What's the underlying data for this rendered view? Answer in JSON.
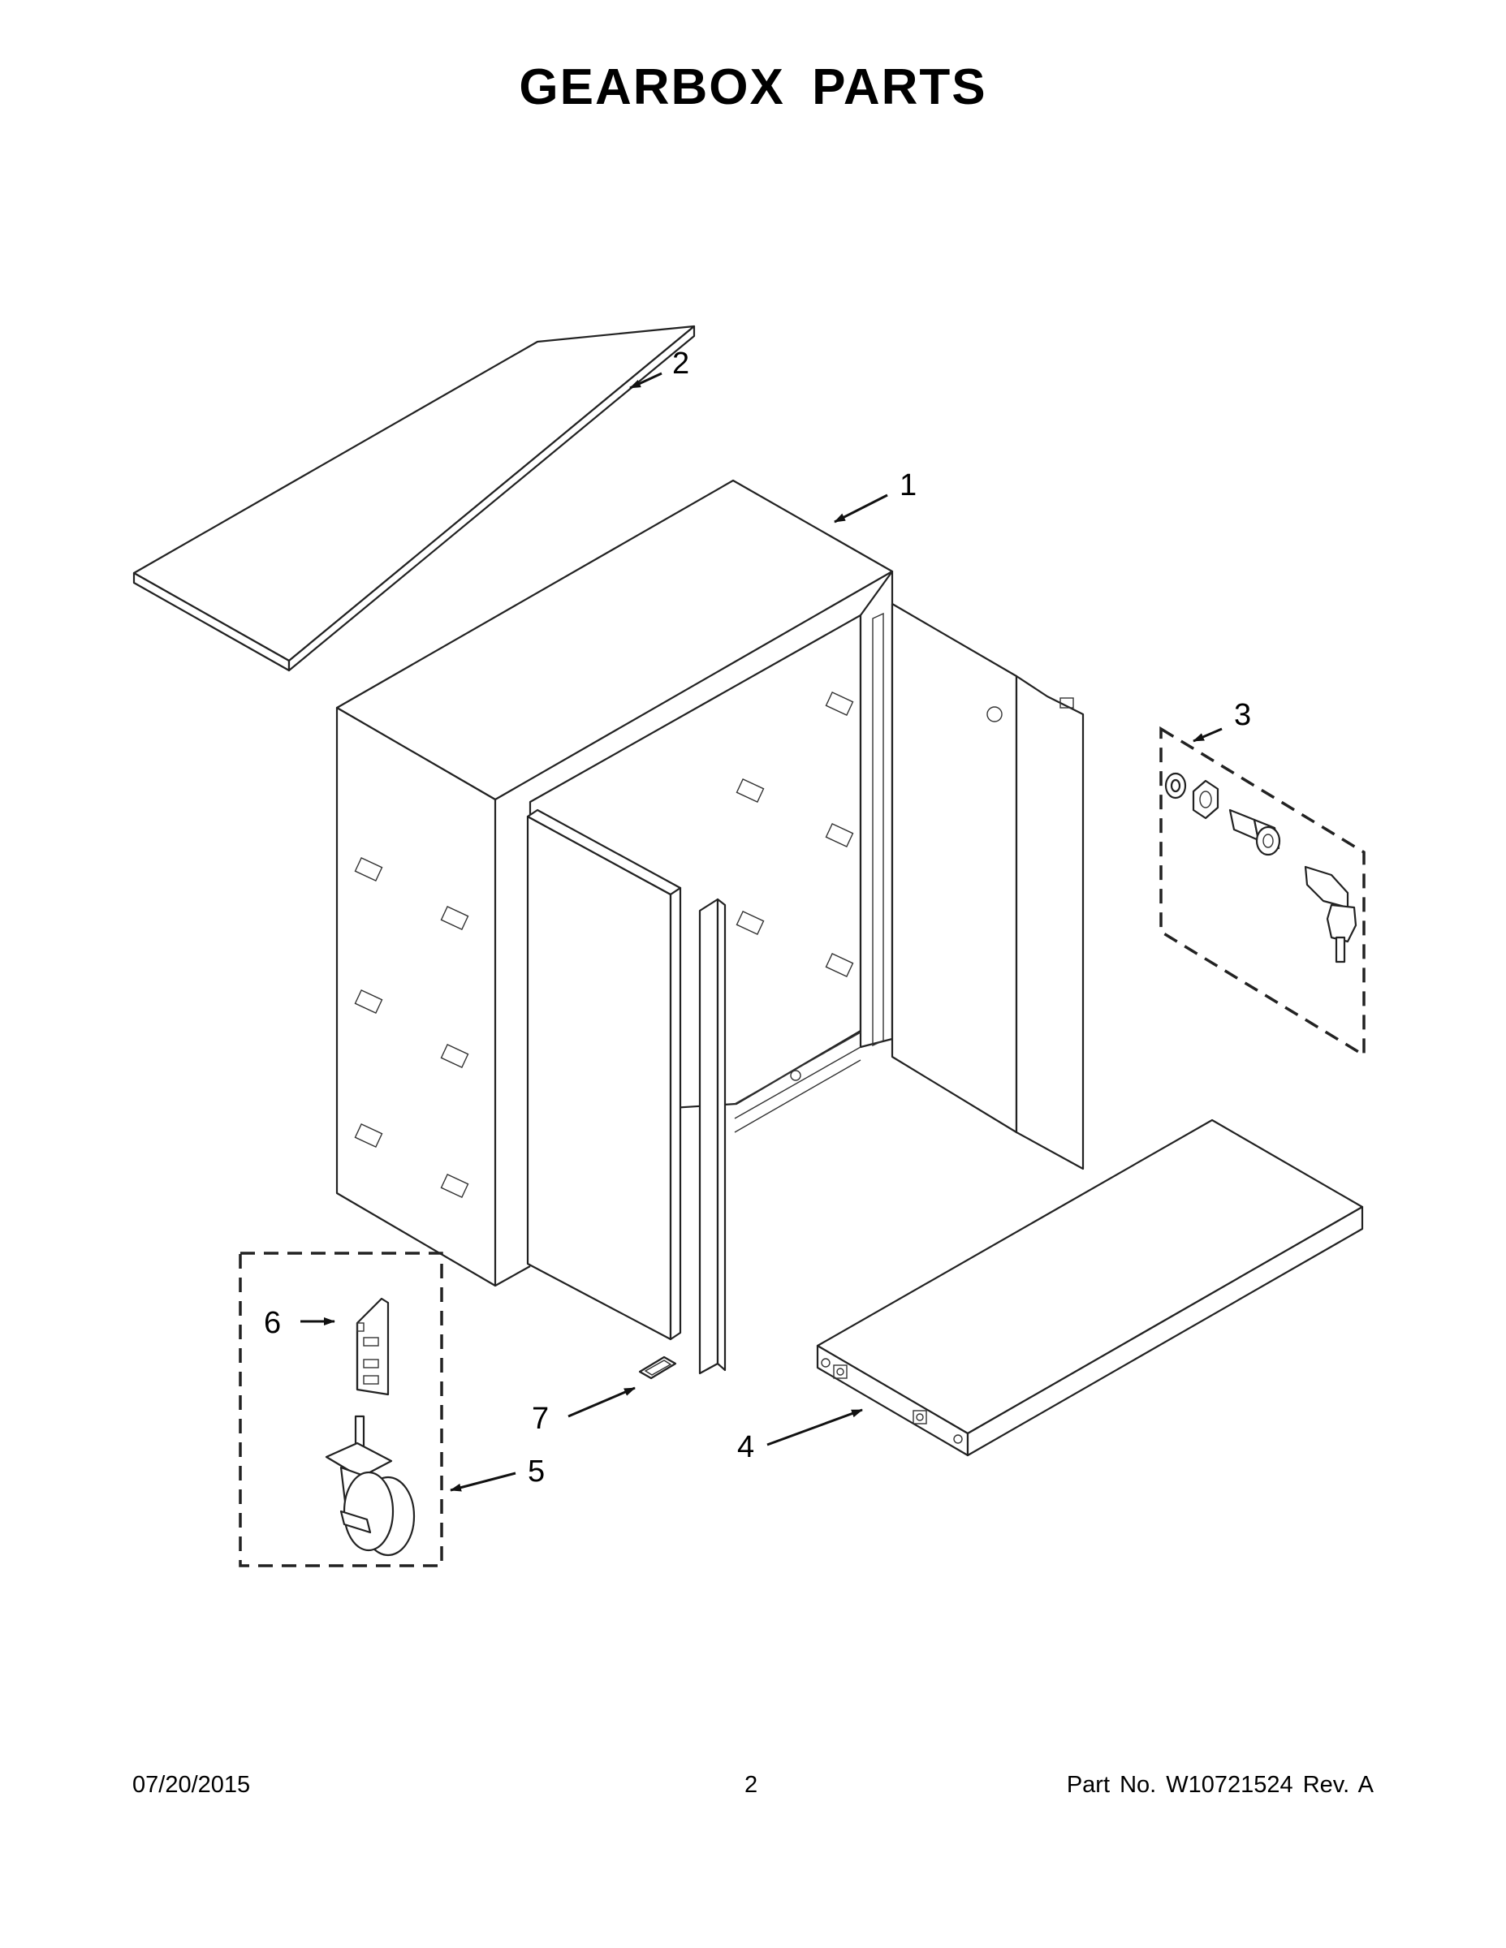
{
  "title": "GEARBOX PARTS",
  "callouts": [
    "1",
    "2",
    "3",
    "4",
    "5",
    "6",
    "7"
  ],
  "footer": {
    "date": "07/20/2015",
    "page": "2",
    "part_number": "Part No.  W10721524  Rev.  A"
  }
}
